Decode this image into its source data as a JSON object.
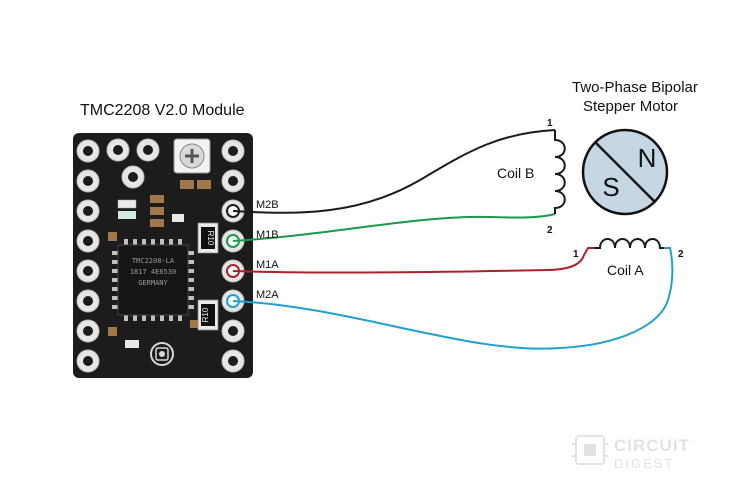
{
  "module": {
    "title": "TMC2208 V2.0 Module",
    "chip_lines": [
      "TMC2208-LA",
      "1817 4E6530",
      "GERMANY"
    ],
    "resistor_labels": [
      "R10",
      "R10"
    ]
  },
  "motor": {
    "title_line1": "Two-Phase Bipolar",
    "title_line2": "Stepper Motor",
    "pole_n": "N",
    "pole_s": "S"
  },
  "coils": {
    "coil_b": "Coil B",
    "coil_a": "Coil A",
    "b_pin1": "1",
    "b_pin2": "2",
    "a_pin1": "1",
    "a_pin2": "2"
  },
  "pins": {
    "m2b": "M2B",
    "m1b": "M1B",
    "m1a": "M1A",
    "m2a": "M2A"
  },
  "wire_colors": {
    "m2b": "#1a1a1a",
    "m1b": "#1a9a4a",
    "m1a": "#b0202a",
    "m2a": "#1fa0d0"
  },
  "watermark": {
    "line1": "CIRCUIT",
    "line2": "DIGEST"
  }
}
